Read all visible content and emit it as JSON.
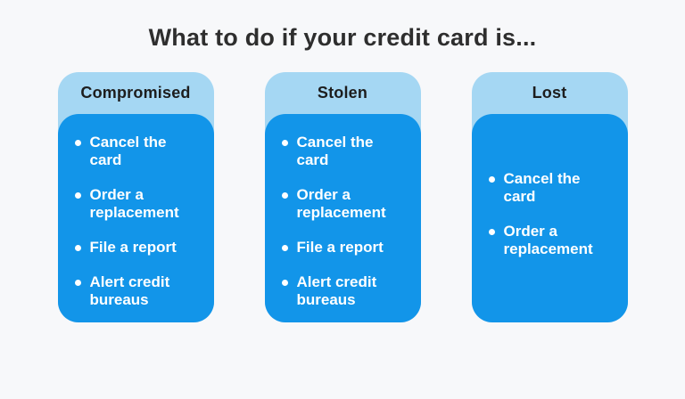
{
  "page": {
    "title": "What to do if your credit card is..."
  },
  "colors": {
    "page_bg": "#f7f8fa",
    "header_bg": "#a5d7f3",
    "body_bg": "#1295e9",
    "title_text": "#2e2e2e",
    "header_text": "#1d1d1d",
    "bullet_text": "#ffffff"
  },
  "cards": [
    {
      "title": "Compromised",
      "items": [
        "Cancel the card",
        "Order a replacement",
        "File a report",
        "Alert credit bureaus"
      ]
    },
    {
      "title": "Stolen",
      "items": [
        "Cancel the card",
        "Order a replacement",
        "File a report",
        "Alert credit bureaus"
      ]
    },
    {
      "title": "Lost",
      "items": [
        "Cancel the card",
        "Order a replacement"
      ]
    }
  ]
}
